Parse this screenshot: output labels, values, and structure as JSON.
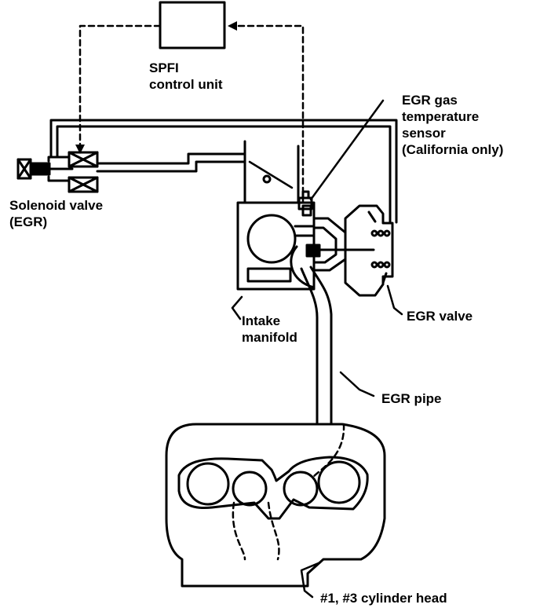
{
  "labels": {
    "control_unit": [
      "SPFI",
      "control unit"
    ],
    "egr_temp_sensor": [
      "EGR gas",
      "temperature",
      "sensor",
      "(California only)"
    ],
    "solenoid_valve": [
      "Solenoid valve",
      "(EGR)"
    ],
    "intake_manifold": [
      "Intake",
      "manifold"
    ],
    "egr_valve": "EGR valve",
    "egr_pipe": "EGR pipe",
    "cylinder_head": "#1, #3 cylinder head"
  },
  "colors": {
    "line": "#000000",
    "background": "#ffffff"
  }
}
